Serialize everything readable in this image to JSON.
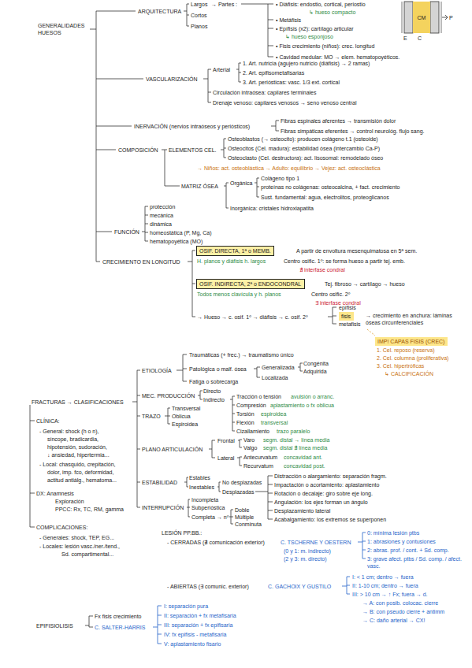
{
  "diagram": {
    "nodes": [
      {
        "text": [
          "CM"
        ]
      },
      {
        "text": [
          "OSIF. DIRECTA, 1ª o MEMB."
        ]
      },
      {
        "text": [
          "OSIF. INDIRECTA, 2ª o ENDOCONDRAL"
        ]
      },
      {
        "text": [
          "fisis"
        ]
      },
      {
        "text": [
          "IMP! CAPAS FISIS (CREC)"
        ]
      }
    ],
    "labels": [
      "GENERALIDADES HUESOS",
      "ARQUITECTURA",
      "Largos",
      "Cortos",
      "Planos",
      "→ Partes :",
      "• Diáfisis: endostio, cortical, periostio",
      "↳ hueso compacto",
      "• Metáfisis",
      "• Epífisis (x2): cartílago articular",
      "↳ hueso esponjoso",
      "• Fisis crecimiento (niños): crec. longitud",
      "• Cavidad medular: MO → elem. hematopoyéticos.",
      "E",
      "C",
      "P",
      "VASCULARIZACIÓN",
      "Arterial",
      "1. Art. nutricia (agujero nutricio (diáfisis) → 2 ramas)",
      "2. Art. epifisometafisarias",
      "3. Art. periósticas: vasc. 1/3 ext. cortical",
      "Circulación intraósea: capilares terminales",
      "Drenaje venoso: capilares venosos → seno venoso central",
      "INERVACIÓN (nervios intraóseos y periósticos)",
      "Fibras espinales aferentes → transmisión dolor",
      "Fibras simpáticas eferentes → control neurológ. flujo sang.",
      "COMPOSICIÓN",
      "ELEMENTOS CEL.",
      "Osteoblastos (→ osteocito): producen colágeno t.1 (osteoide)",
      "Osteocitos (Cel. madura): estabilidad ósea (intercambio Ca-P)",
      "Osteoclasto (Cel. destructora): act. lisosomal: remodelado óseo",
      "→ Niños: act. osteoblástica → Adulto: equilibrio → Vejez: act. osteoclástica",
      "MATRIZ ÓSEA",
      "Orgánica",
      "Colágeno tipo 1",
      "proteínas no colágenas: osteocalcina, + fact. crecimiento",
      "Sust. fundamental: agua, electrolitos, proteoglicanos",
      "Inorgánica: cristales hidroxiapatita",
      "FUNCIÓN",
      "protección",
      "mecánica",
      "dinámica",
      "homeostática (P, Mg, Ca)",
      "hematopoyética (MO)",
      "CRECIMIENTO EN LONGITUD",
      "A partir de envoltura mesenquimatosa en 5ª sem.",
      "H. planos y diáfisis h. largos",
      "Centro osific. 1º: se forma hueso a partir tej. emb.",
      "∄ interfase condral",
      "Tej. fibroso → cartílago → hueso",
      "Todos menos clavícula y h. planos",
      "Centro osific. 2º",
      "∃ interfase condral",
      "→ Hueso → c. osif. 1º → diáfisis → c. osif. 2º",
      "epífisis",
      "metafisis",
      "→ crecimiento en anchura: láminas óseas circunferenciales",
      "1. Cel. reposo (reserva)",
      "2. Cel. columna (proliferativa)",
      "3. Cel. hipertróficas",
      "↳ CALCIFICACIÓN",
      "FRACTURAS → CLASIFICACIONES",
      "ETIOLOGÍA",
      "Traumáticas (+ frec.) → traumatismo único",
      "Patológica o malf. ósea",
      "Generalizada",
      "Congénita",
      "Adquirida",
      "Localizada",
      "Fatiga o sobrecarga",
      "MEC. PRODUCCIÓN",
      "Directo",
      "Indirecto",
      "Tracción o tensión",
      "avulsión o arranc.",
      "Compresión",
      "aplastamiento o fx oblicua",
      "Torsión",
      "espiroidea",
      "Flexión",
      "transversal",
      "Cizallamiento",
      "trazo paralelo",
      "TRAZO",
      "Transversal",
      "Oblicua",
      "Espiroidea",
      "PLANO ARTICULACIÓN",
      "Frontal",
      "Varo",
      "segm. distal → línea media",
      "Valgo",
      "segm. distal ∄ línea media",
      "Lateral",
      "Antecurvatum",
      "concavidad ant.",
      "Recurvatum",
      "concavidad post.",
      "ESTABILIDAD",
      "Estables",
      "Inestables",
      "No desplazadas",
      "Desplazadas",
      "Distracción o alargamiento: separación fragm.",
      "Impactación o acortamiento: aplastamiento",
      "Rotación o decalaje: giro sobre eje long.",
      "Angulación: los ejes forman un ángulo",
      "Desplazamiento lateral",
      "Acabalgamiento: los extremos se superponen",
      "INTERRUPCIÓN",
      "Incompleta",
      "Subperióstica",
      "Completa → nº",
      "Doble",
      "Múltiple",
      "Conminuta",
      "LESIÓN PP.BB.:",
      "- CERRADAS (∄ comunicación exterior)",
      "C. TSCHERNE Y OESTERN",
      "(0 y 1: m. indirecto)",
      "(2 y 3: m. directo)",
      "0: mínima lesión ptbs",
      "1: abrasiones y contusiones",
      "2: abras. prof. / cont. + Sd. comp.",
      "3: grave afect. ptbs / Sd. comp. / afect. vasc.",
      "- ABIERTAS (∃ comunic. exterior)",
      "C. GACHOIX Y GUSTILO",
      "I: < 1 cm; dentro → fuera",
      "II: 1-10 cm; dentro → fuera",
      "III: > 10 cm → ↑ Fx; fuera → d.",
      "→ A: con posib. colocac. cierre",
      "→ B: con pseudo cierre + antimm",
      "→ C: daño arterial → CX!",
      "CLÍNICA:",
      "- General: shock (h o n),",
      "síncope, bradicardia,",
      "hipotensión, sudoración,",
      "↓ ansiedad, hipertermia...",
      "- Local: chasquido, crepitación,",
      "dolor, imp. fco, deformidad,",
      "actitud antiálg., hematoma...",
      "DX: Anamnesis",
      "Exploración",
      "PPCC: Rx, TC, RM, gamma",
      "COMPLICACIONES:",
      "- Generales: shock, TEP, EG...",
      "- Locales: lesión vasc./ner./tend.,",
      "Sd. compartimental...",
      "EPIFISIOLISIS",
      "Fx fisis crecimiento",
      "C. SALTER-HARRIS",
      "I: separación pura",
      "II: separación + fx metafisaria",
      "III: separación + fx epifisaria",
      "IV: fx epifisis - metafisaria",
      "V: aplastamiento fisario"
    ]
  }
}
